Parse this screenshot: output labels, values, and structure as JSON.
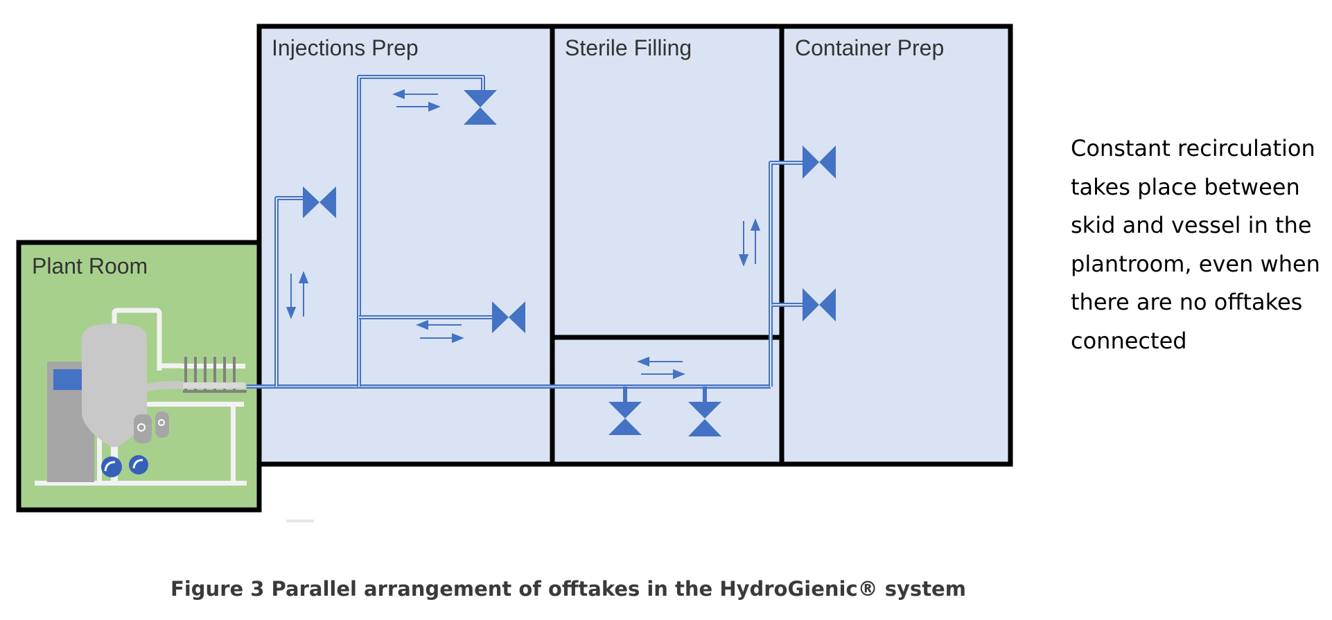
{
  "rooms": {
    "plant_room": "Plant Room",
    "injections_prep": "Injections Prep",
    "sterile_filling": "Sterile Filling",
    "container_prep": "Container Prep"
  },
  "side_note": {
    "lines": [
      "Constant recirculation",
      "takes place between",
      "skid and vessel in the",
      "plantroom, even when",
      "there are no offtakes",
      "connected"
    ]
  },
  "caption": "Figure 3 Parallel arrangement of offtakes in the HydroGienic® system",
  "colors": {
    "room_fill": "#dae3f3",
    "plant_room_fill": "#a8d08d",
    "wall": "#000000",
    "pipe": "#4472c4",
    "valve": "#4472c4",
    "equipment_grey": "#bfbfbf",
    "panel_grey": "#a6a6a6"
  },
  "icons": {
    "valve": "valve-icon",
    "flow_arrows": "bidirectional-flow-arrows-icon",
    "pump": "pump-icon",
    "vessel": "storage-vessel-icon",
    "control_panel": "control-panel-icon",
    "manifold": "manifold-icon"
  }
}
